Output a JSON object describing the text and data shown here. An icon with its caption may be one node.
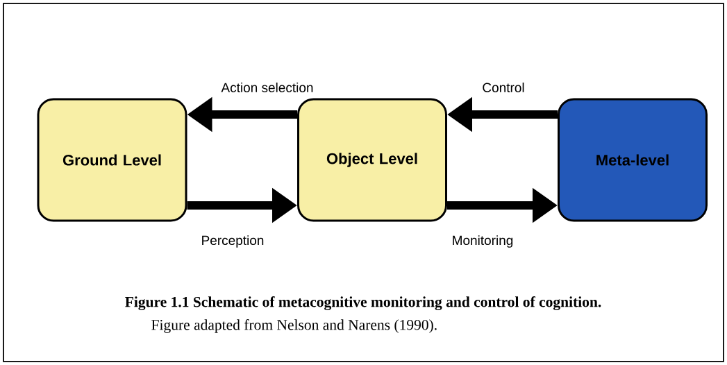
{
  "diagram": {
    "caption": "Figure 1.1 Schematic of metacognitive monitoring and control of cognition.",
    "nodes": [
      {
        "text": [
          "Ground Level"
        ]
      },
      {
        "text": [
          "Object Level"
        ]
      },
      {
        "text": [
          "Meta-level"
        ]
      }
    ],
    "edges": [
      {
        "from": 1,
        "to": 0,
        "arrow": "to",
        "label": "Action selection"
      },
      {
        "from": 0,
        "to": 1,
        "arrow": "to",
        "label": "Perception"
      },
      {
        "from": 2,
        "to": 1,
        "arrow": "to",
        "label": "Control"
      },
      {
        "from": 1,
        "to": 2,
        "arrow": "to",
        "label": "Monitoring"
      }
    ],
    "labels": [
      "Figure adapted from Nelson and Narens (1990)."
    ]
  }
}
